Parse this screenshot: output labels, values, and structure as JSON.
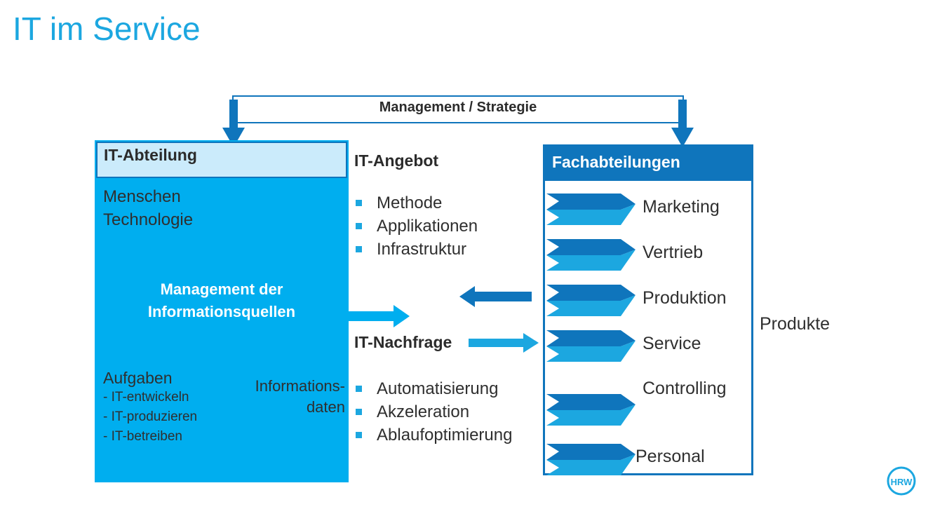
{
  "slide": {
    "title": "IT im Service"
  },
  "management": {
    "label": "Management / Strategie"
  },
  "it_department": {
    "title": "IT-Abteilung",
    "resources": [
      "Menschen",
      "Technologie"
    ],
    "core_statement_line1": "Management der",
    "core_statement_line2": "Informationsquellen",
    "tasks_title": "Aufgaben",
    "tasks": [
      "- IT-entwickeln",
      "- IT-produzieren",
      "- IT-betreiben"
    ],
    "info_data_line1": "Informations-",
    "info_data_line2": "daten"
  },
  "it_offer": {
    "title": "IT-Angebot",
    "items": [
      "Methode",
      "Applikationen",
      "Infrastruktur"
    ]
  },
  "it_demand": {
    "title": "IT-Nachfrage",
    "items": [
      "Automatisierung",
      "Akzeleration",
      "Ablaufoptimierung"
    ]
  },
  "business_units": {
    "title": "Fachabteilungen",
    "departments": [
      "Marketing",
      "Vertrieb",
      "Produktion",
      "Service",
      "Controlling",
      "Personal"
    ]
  },
  "output": {
    "label": "Produkte"
  },
  "logo": {
    "text": "HRW"
  },
  "colors": {
    "title_blue": "#1CA7E0",
    "cyan": "#00AEEF",
    "dark_blue": "#0F75BC",
    "light_blue_header": "#CBEBFB",
    "text_dark": "#2f2f2f"
  }
}
